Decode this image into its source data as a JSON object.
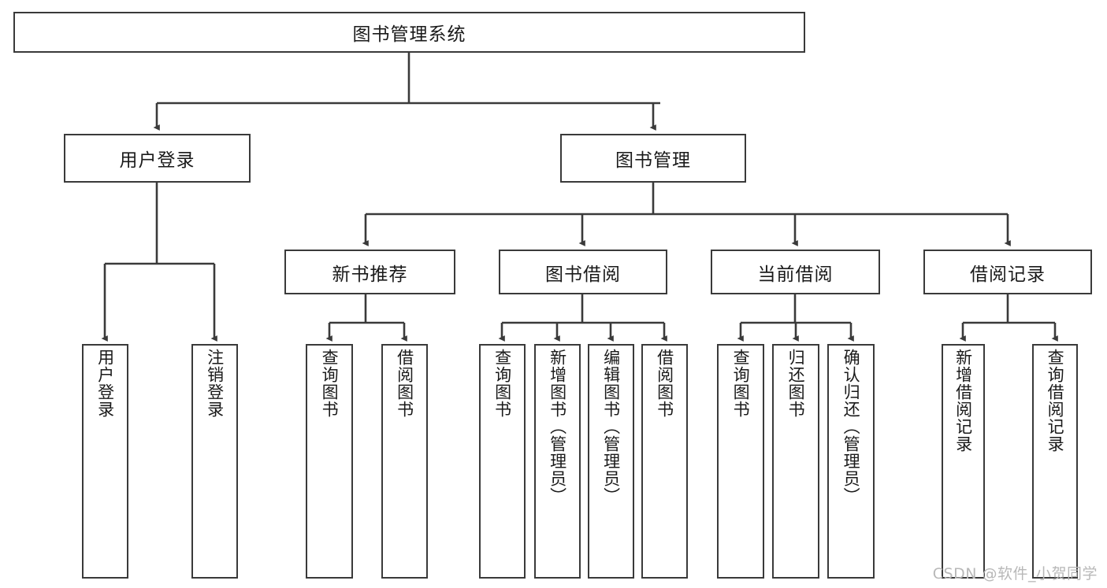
{
  "diagram": {
    "title": "图书管理系统",
    "watermark": "CSDN @软件_小贺同学",
    "colors": {
      "background": "#ffffff",
      "border": "#3a3a3a",
      "line": "#3a3a3a",
      "text": "#1a1a1a",
      "watermark": "#b8b8b8"
    },
    "root": {
      "label": "图书管理系统"
    },
    "level2": [
      {
        "label": "用户登录"
      },
      {
        "label": "图书管理"
      }
    ],
    "level3": [
      {
        "label": "新书推荐"
      },
      {
        "label": "图书借阅"
      },
      {
        "label": "当前借阅"
      },
      {
        "label": "借阅记录"
      }
    ],
    "leaves": {
      "user_login": [
        {
          "label": "用户登录"
        },
        {
          "label": "注销登录"
        }
      ],
      "new_book_recommend": [
        {
          "label": "查询图书"
        },
        {
          "label": "借阅图书"
        }
      ],
      "book_borrow": [
        {
          "label": "查询图书"
        },
        {
          "label": "新增图书（管理员）"
        },
        {
          "label": "编辑图书（管理员）"
        },
        {
          "label": "借阅图书"
        }
      ],
      "current_borrow": [
        {
          "label": "查询图书"
        },
        {
          "label": "归还图书"
        },
        {
          "label": "确认归还（管理员）"
        }
      ],
      "borrow_record": [
        {
          "label": "新增借阅记录"
        },
        {
          "label": "查询借阅记录"
        }
      ]
    }
  }
}
